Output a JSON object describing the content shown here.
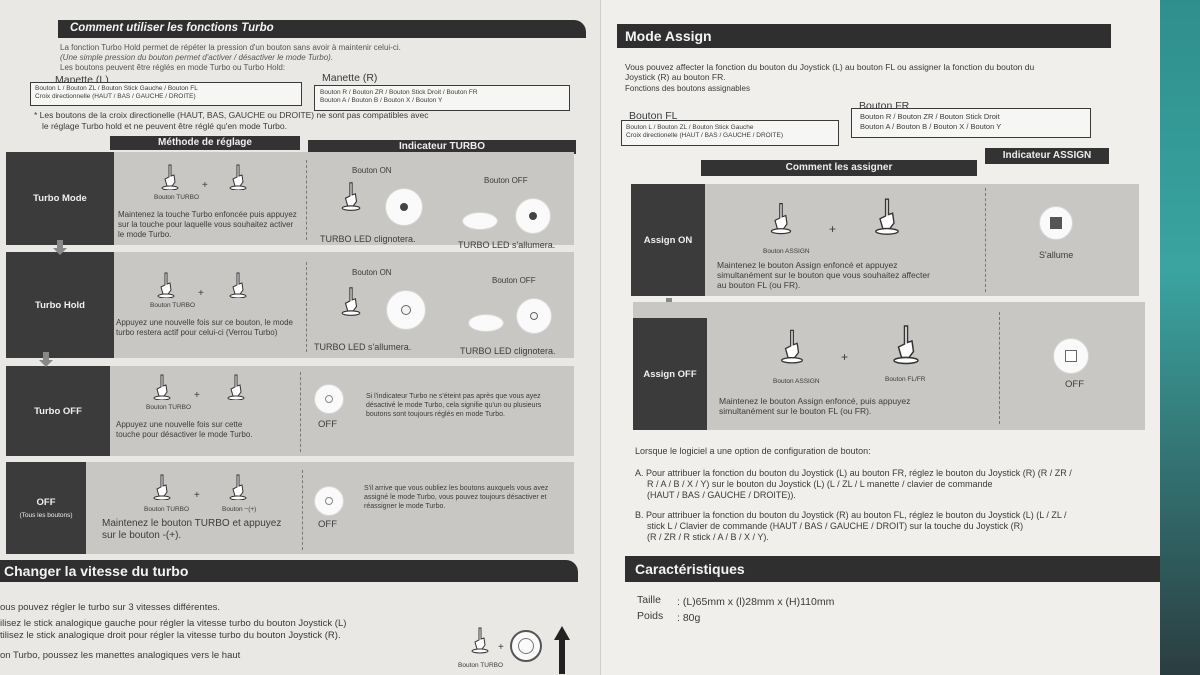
{
  "left": {
    "turbo_title": "Comment utiliser les fonctions Turbo",
    "intro_line1": "La fonction Turbo Hold permet de répéter la pression d'un bouton sans avoir à maintenir celui-ci.",
    "intro_line2": "(Une simple pression du bouton permet d'activer / désactiver le mode Turbo).",
    "intro_line3": "Les boutons peuvent être réglés en mode Turbo ou Turbo Hold:",
    "manette_l_label": "Manette (L)",
    "manette_r_label": "Manette (R)",
    "manette_l_line1": "Bouton L / Bouton ZL / Bouton Stick Gauche / Bouton FL",
    "manette_l_line2": "Croix directionnelle (HAUT / BAS / GAUCHE / DROITE)",
    "manette_r_line1": "Bouton R / Bouton ZR / Bouton Stick Droit / Bouton FR",
    "manette_r_line2": "Bouton A / Bouton B / Bouton X / Bouton Y",
    "note_line1": "* Les boutons de la croix directionelle (HAUT, BAS, GAUCHE ou DROITE) ne sont pas compatibles avec",
    "note_line2": "le réglage Turbo hold et ne peuvent être réglé qu'en mode Turbo.",
    "col_method": "Méthode de réglage",
    "col_indicator": "Indicateur TURBO",
    "bouton_on": "Bouton ON",
    "bouton_off": "Bouton OFF",
    "rows": [
      {
        "label": "Turbo Mode",
        "btn_a": "Bouton TURBO",
        "desc": "Maintenez la touche Turbo enfoncée puis appuyez sur la touche pour laquelle vous souhaitez activer le mode Turbo.",
        "on_text": "TURBO LED clignotera.",
        "off_text": "TURBO LED s'allumera."
      },
      {
        "label": "Turbo Hold",
        "btn_a": "Bouton TURBO",
        "desc": "Appuyez une nouvelle fois sur ce bouton, le mode turbo restera actif pour celui-ci (Verrou Turbo)",
        "on_text": "TURBO LED s'allumera.",
        "off_text": "TURBO LED clignotera."
      },
      {
        "label": "Turbo OFF",
        "btn_a": "Bouton TURBO",
        "desc": "Appuyez une nouvelle fois sur cette touche pour désactiver le mode Turbo.",
        "off_label": "OFF",
        "note": "Si l'indicateur Turbo ne s'éteint pas après que vous ayez désactivé le mode Turbo, cela signifie qu'un ou plusieurs boutons sont toujours réglés en mode Turbo."
      },
      {
        "label": "OFF",
        "sublabel": "(Tous les boutons)",
        "btn_a": "Bouton TURBO",
        "btn_b": "Bouton −(+)",
        "desc": "Maintenez le bouton TURBO et appuyez sur le bouton -(+).",
        "off_label": "OFF",
        "note": "S'il arrive que vous oubliez les boutons auxquels vous avez assigné le mode Turbo, vous pouvez toujours désactiver et réassigner le mode Turbo."
      }
    ],
    "speed_title": "Changer la vitesse du turbo",
    "speed_line1": "ous pouvez régler le turbo sur 3 vitesses différentes.",
    "speed_line2": "ilisez le stick analogique gauche pour régler la vitesse turbo du bouton Joystick (L)",
    "speed_line3": "tilisez le stick analogique droit pour régler la vitesse turbo du bouton Joystick (R).",
    "speed_line4": "on Turbo, poussez les manettes analogiques vers le haut",
    "speed_btn": "Bouton TURBO"
  },
  "right": {
    "assign_title": "Mode Assign",
    "intro_line1": "Vous pouvez affecter la fonction du bouton du Joystick (L) au bouton FL ou assigner la fonction du bouton du",
    "intro_line2": "Joystick (R) au bouton FR.",
    "assignable": "Fonctions des boutons assignables",
    "fl_label": "Bouton FL",
    "fr_label": "Bouton FR",
    "fl_line1": "Bouton L / Bouton ZL / Bouton Stick Gauche",
    "fl_line2": "Croix directionelle (HAUT / BAS / GAUCHE / DROITE)",
    "fr_line1": "Bouton R / Bouton ZR / Bouton Stick Droit",
    "fr_line2": "Bouton A / Bouton B / Bouton X / Bouton Y",
    "col_how": "Comment les assigner",
    "col_indicator": "Indicateur ASSIGN",
    "assign_on_label": "Assign ON",
    "assign_on_btn": "Bouton ASSIGN",
    "assign_on_desc1": "Maintenez le bouton Assign enfoncé et appuyez",
    "assign_on_desc2": "simultanément sur le bouton que vous souhaitez affecter",
    "assign_on_desc3": "au bouton FL (ou FR).",
    "assign_on_ind": "S'allume",
    "assign_off_label": "Assign OFF",
    "assign_off_btn_a": "Bouton ASSIGN",
    "assign_off_btn_b": "Bouton FL/FR",
    "assign_off_desc1": "Maintenez le bouton Assign enfoncé, puis appuyez",
    "assign_off_desc2": "simultanément sur le bouton FL (ou FR).",
    "assign_off_ind": "OFF",
    "config_line": "Lorsque le logiciel a une option de configuration de bouton:",
    "a_line1": "A. Pour attribuer la fonction du bouton du Joystick (L) au bouton FR, réglez le bouton du Joystick (R) (R / ZR /",
    "a_line2": "R / A / B / X / Y) sur le bouton du Joystick (L) (L / ZL / L manette / clavier de commande",
    "a_line3": "(HAUT / BAS / GAUCHE / DROITE)).",
    "b_line1": "B. Pour attribuer la fonction du bouton du Joystick (R) au bouton FL, réglez le bouton du Joystick (L) (L / ZL /",
    "b_line2": "stick L / Clavier de commande (HAUT / BAS / GAUCHE / DROIT) sur la touche du Joystick (R)",
    "b_line3": "(R / ZR / R stick / A / B / X / Y).",
    "spec_title": "Caractéristiques",
    "taille_label": "Taille",
    "taille_value": ": (L)65mm x (l)28mm x (H)110mm",
    "poids_label": "Poids",
    "poids_value": ": 80g"
  }
}
